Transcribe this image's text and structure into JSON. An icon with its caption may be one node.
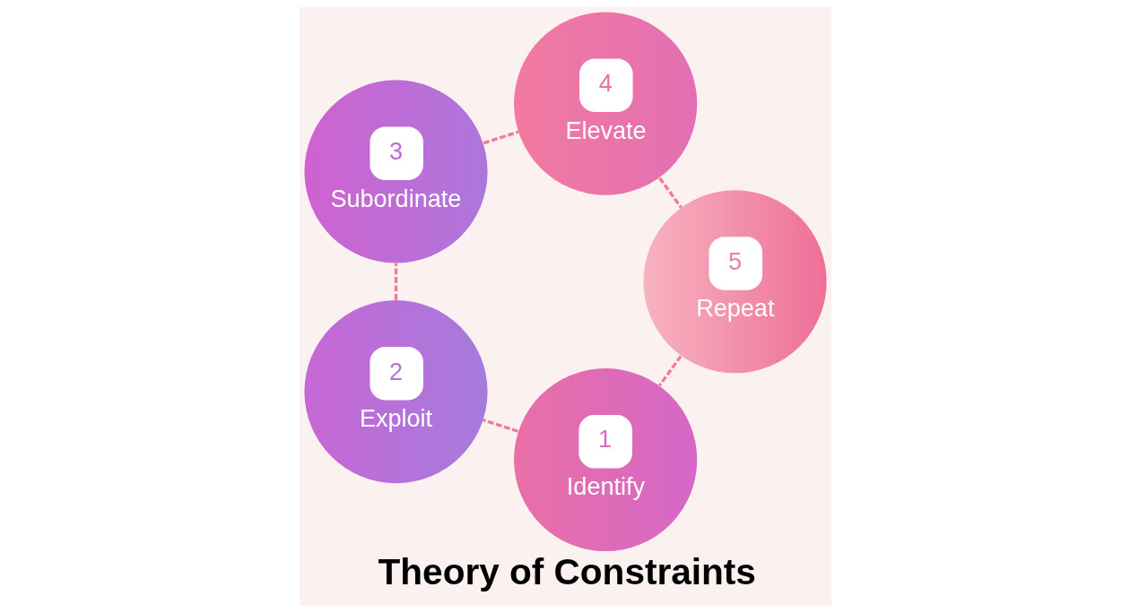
{
  "diagram": {
    "title": "Theory of Constraints",
    "nodes": [
      {
        "text": [
          "1",
          "Identify"
        ]
      },
      {
        "text": [
          "2",
          "Exploit"
        ]
      },
      {
        "text": [
          "3",
          "Subordinate"
        ]
      },
      {
        "text": [
          "4",
          "Elevate"
        ]
      },
      {
        "text": [
          "5",
          "Repeat"
        ]
      }
    ],
    "edges": [
      {
        "from": 0,
        "to": 1,
        "arrow": "none",
        "style": "dashed"
      },
      {
        "from": 1,
        "to": 2,
        "arrow": "none",
        "style": "dashed"
      },
      {
        "from": 2,
        "to": 3,
        "arrow": "none",
        "style": "dashed"
      },
      {
        "from": 3,
        "to": 4,
        "arrow": "none",
        "style": "dashed"
      },
      {
        "from": 4,
        "to": 0,
        "arrow": "none",
        "style": "dashed"
      }
    ]
  }
}
